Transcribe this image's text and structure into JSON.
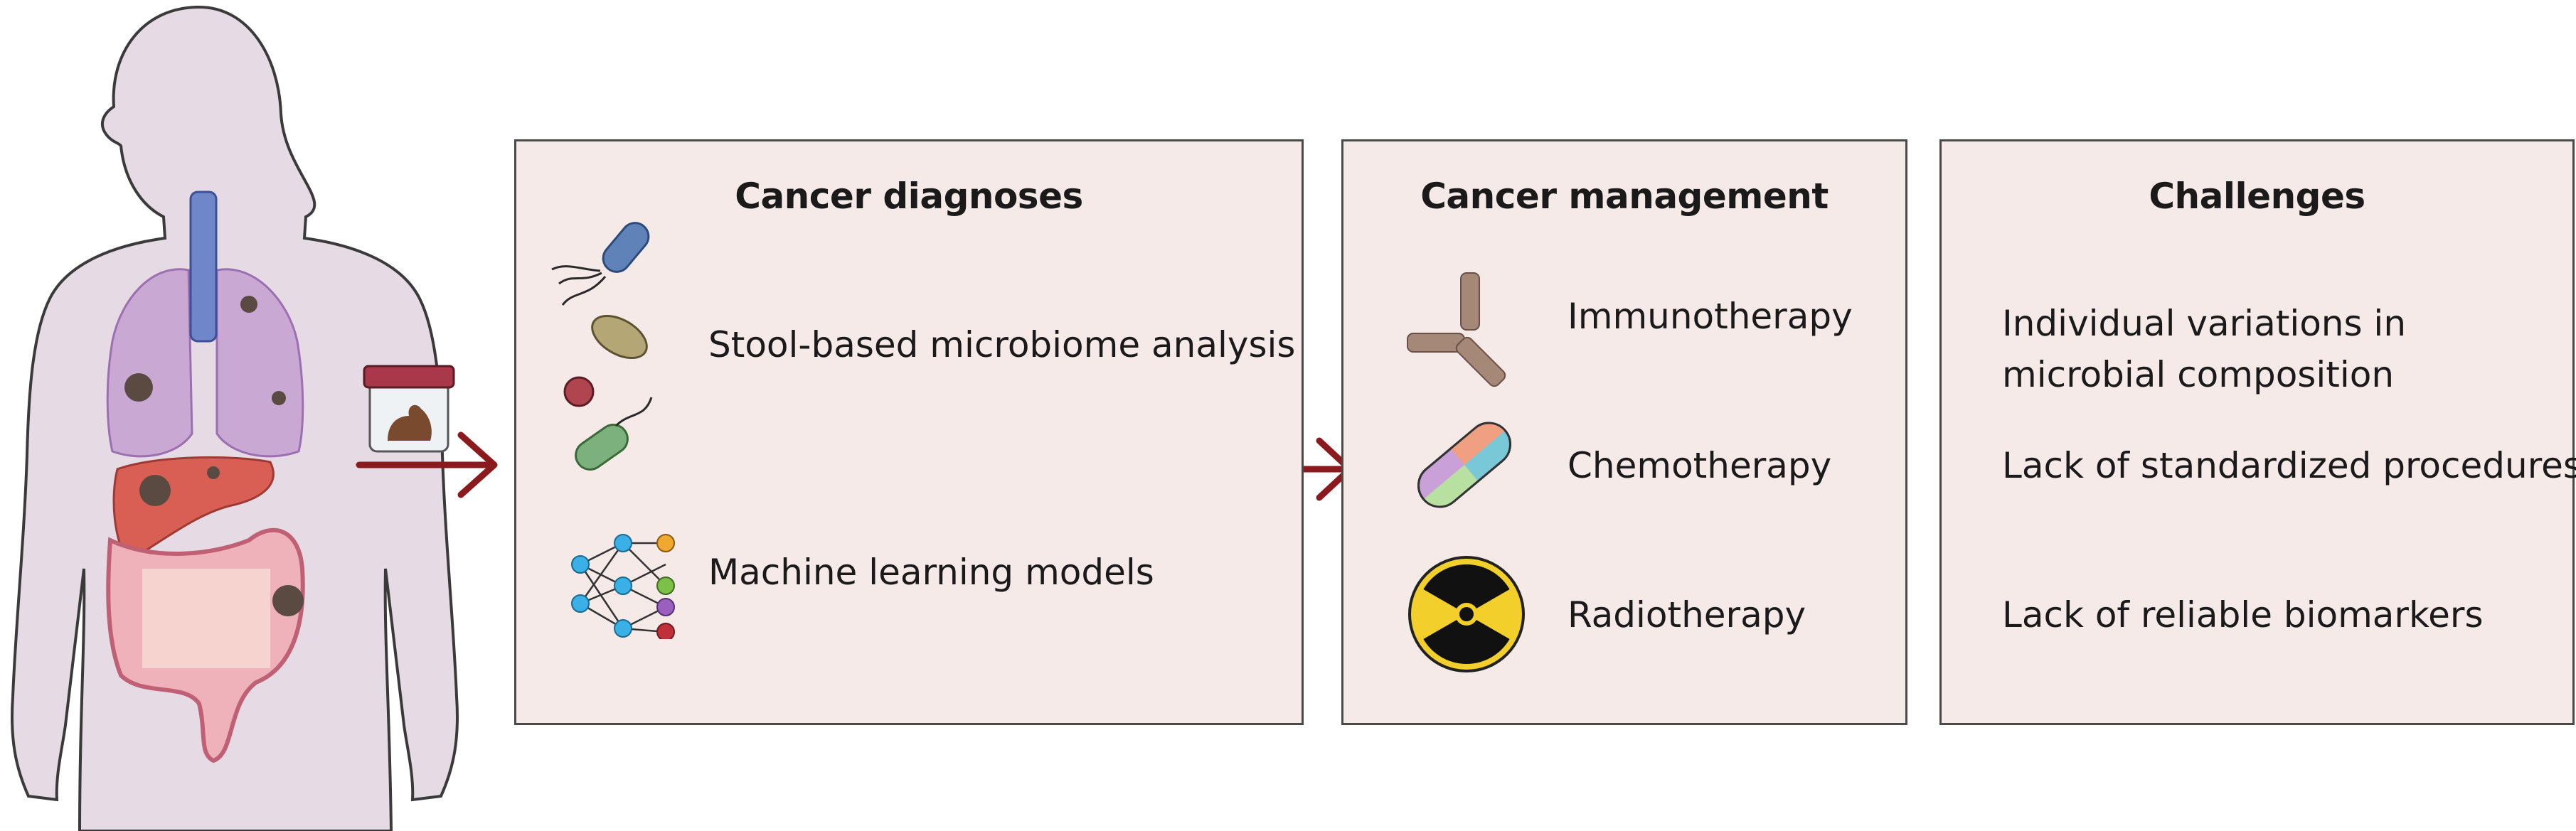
{
  "panels": {
    "diagnoses": {
      "title": "Cancer diagnoses",
      "items": [
        "Stool-based microbiome analysis",
        "Machine learning models"
      ]
    },
    "management": {
      "title": "Cancer management",
      "items": [
        "Immunotherapy",
        "Chemotherapy",
        "Radiotherapy"
      ]
    },
    "challenges": {
      "title": "Challenges",
      "items": [
        "Individual variations in microbial composition",
        "Lack of standardized procedures",
        "Lack of reliable biomarkers"
      ]
    }
  },
  "colors": {
    "panel_fill": "#f5eae8",
    "panel_border": "#4a4a4a",
    "arrow": "#8b1a1f",
    "body": "#e6dbe4"
  },
  "icons": [
    "human-body-icon",
    "stool-sample-jar-icon",
    "bacteria-icon",
    "neural-network-icon",
    "antibody-icon",
    "pill-capsule-icon",
    "radiation-symbol-icon"
  ]
}
